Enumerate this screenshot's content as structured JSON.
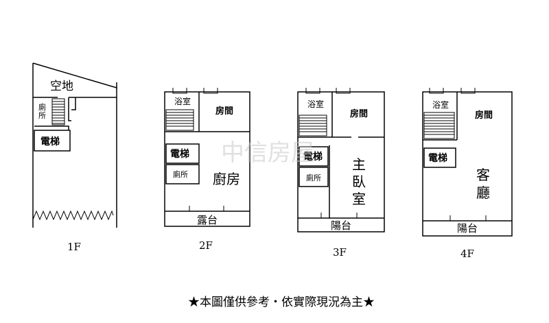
{
  "floors": [
    {
      "level": "1F",
      "open_ground": "空地",
      "toilet": "廁所",
      "elevator": "電梯"
    },
    {
      "level": "2F",
      "bathroom": "浴室",
      "room": "房間",
      "elevator": "電梯",
      "toilet": "廁所",
      "kitchen": "廚房",
      "terrace": "露台"
    },
    {
      "level": "3F",
      "bathroom": "浴室",
      "room": "房間",
      "elevator": "電梯",
      "toilet": "廁所",
      "master_bedroom": "主臥室",
      "balcony": "陽台"
    },
    {
      "level": "4F",
      "bathroom": "浴室",
      "room": "房間",
      "elevator": "電梯",
      "living_room": "客廳",
      "balcony": "陽台"
    }
  ],
  "watermark": "中信房屋",
  "disclaimer": "★本圖僅供參考・依實際現況為主★"
}
